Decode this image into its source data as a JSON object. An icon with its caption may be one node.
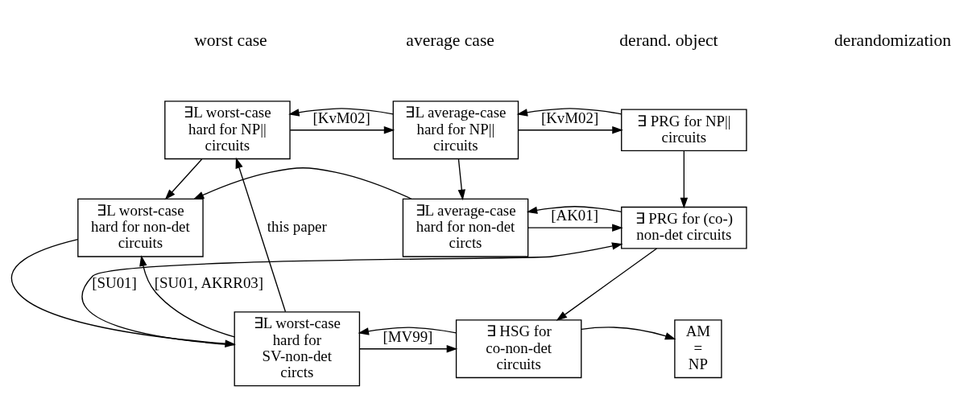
{
  "diagram": {
    "nodes": [
      {
        "text": [
          "∃L worst-case hard for NP|| circuits"
        ]
      },
      {
        "text": [
          "∃L average-case hard for NP|| circuits"
        ]
      },
      {
        "text": [
          "∃ PRG for NP|| circuits"
        ]
      },
      {
        "text": [
          "∃L worst-case hard for non-det circuits"
        ]
      },
      {
        "text": [
          "∃L average-case hard for non-det circts"
        ]
      },
      {
        "text": [
          "∃ PRG for (co-) non-det circuits"
        ]
      },
      {
        "text": [
          "∃L worst-case hard for SV-non-det circts"
        ]
      },
      {
        "text": [
          "∃ HSG for co-non-det circuits"
        ]
      },
      {
        "text": [
          "AM = NP"
        ]
      }
    ],
    "edges": [
      {
        "from": 0,
        "to": 1,
        "arrow": "to",
        "label": "[KvM02]"
      },
      {
        "from": 1,
        "to": 0,
        "arrow": "to"
      },
      {
        "from": 1,
        "to": 2,
        "arrow": "to",
        "label": "[KvM02]"
      },
      {
        "from": 2,
        "to": 1,
        "arrow": "to"
      },
      {
        "from": 0,
        "to": 3,
        "arrow": "to"
      },
      {
        "from": 1,
        "to": 4,
        "arrow": "to"
      },
      {
        "from": 2,
        "to": 5,
        "arrow": "to"
      },
      {
        "from": 4,
        "to": 5,
        "arrow": "to",
        "label": "[AK01]"
      },
      {
        "from": 5,
        "to": 4,
        "arrow": "to"
      },
      {
        "from": 4,
        "to": 3,
        "arrow": "to"
      },
      {
        "from": 3,
        "to": 6,
        "arrow": "to"
      },
      {
        "from": 6,
        "to": 3,
        "arrow": "to",
        "label": "[SU01, AKRR03]"
      },
      {
        "from": 6,
        "to": 5,
        "arrow": "to",
        "label": "[SU01]"
      },
      {
        "from": 6,
        "to": 7,
        "arrow": "to",
        "label": "[MV99]"
      },
      {
        "from": 7,
        "to": 6,
        "arrow": "to"
      },
      {
        "from": 5,
        "to": 7,
        "arrow": "to"
      },
      {
        "from": 7,
        "to": 8,
        "arrow": "to"
      },
      {
        "from": 6,
        "to": 0,
        "arrow": "to",
        "label": "this paper"
      }
    ],
    "labels": [
      "worst case",
      "average case",
      "derand. object",
      "derandomization"
    ]
  }
}
